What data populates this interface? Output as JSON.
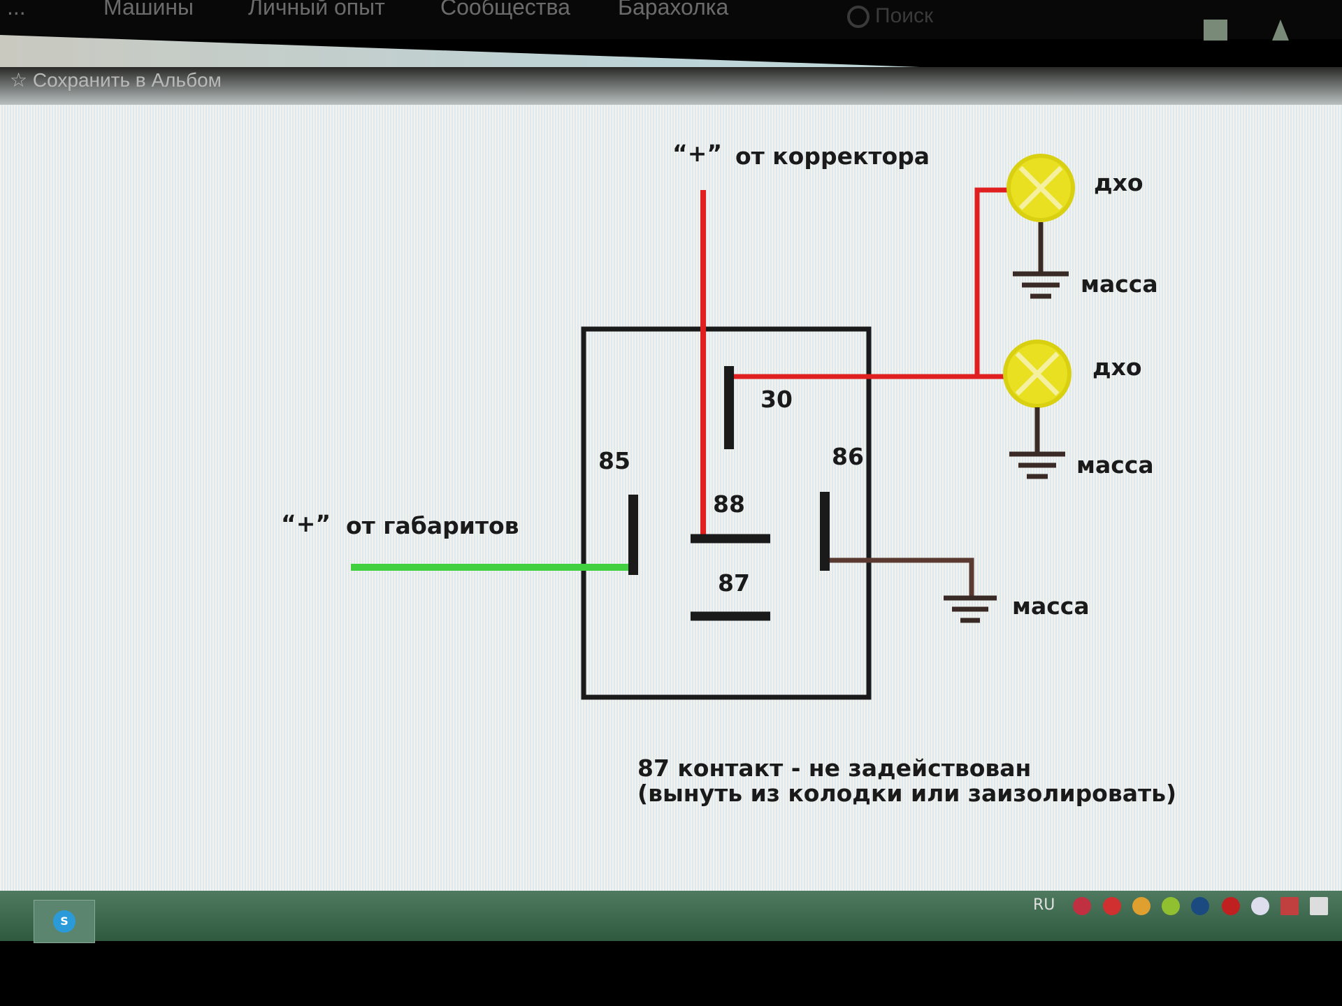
{
  "topnav": {
    "items": [
      "...",
      "Машины",
      "Личный опыт",
      "Сообщества",
      "Барахолка"
    ],
    "search_placeholder": "Поиск"
  },
  "toolbar": {
    "save_album": "Сохранить в Альбом"
  },
  "diagram": {
    "plus_korrektor": "“+”",
    "ot_korrektora": "от корректора",
    "plus_gabarit": "“+”",
    "ot_gabaritov": "от габаритов",
    "pin_30": "30",
    "pin_85": "85",
    "pin_86": "86",
    "pin_88": "88",
    "pin_87": "87",
    "dho_1": "дхо",
    "dho_2": "дхо",
    "massa_1": "масса",
    "massa_2": "масса",
    "massa_3": "масса",
    "note_line1": "87 контакт - не задействован",
    "note_line2": "(вынуть из колодки или заизолировать)",
    "colors": {
      "plus_wire": "#e02020",
      "gabarit_wire": "#40d040",
      "ground_wire": "#5a3a30",
      "lamp": "#e8e020"
    }
  },
  "taskbar": {
    "language": "RU"
  }
}
